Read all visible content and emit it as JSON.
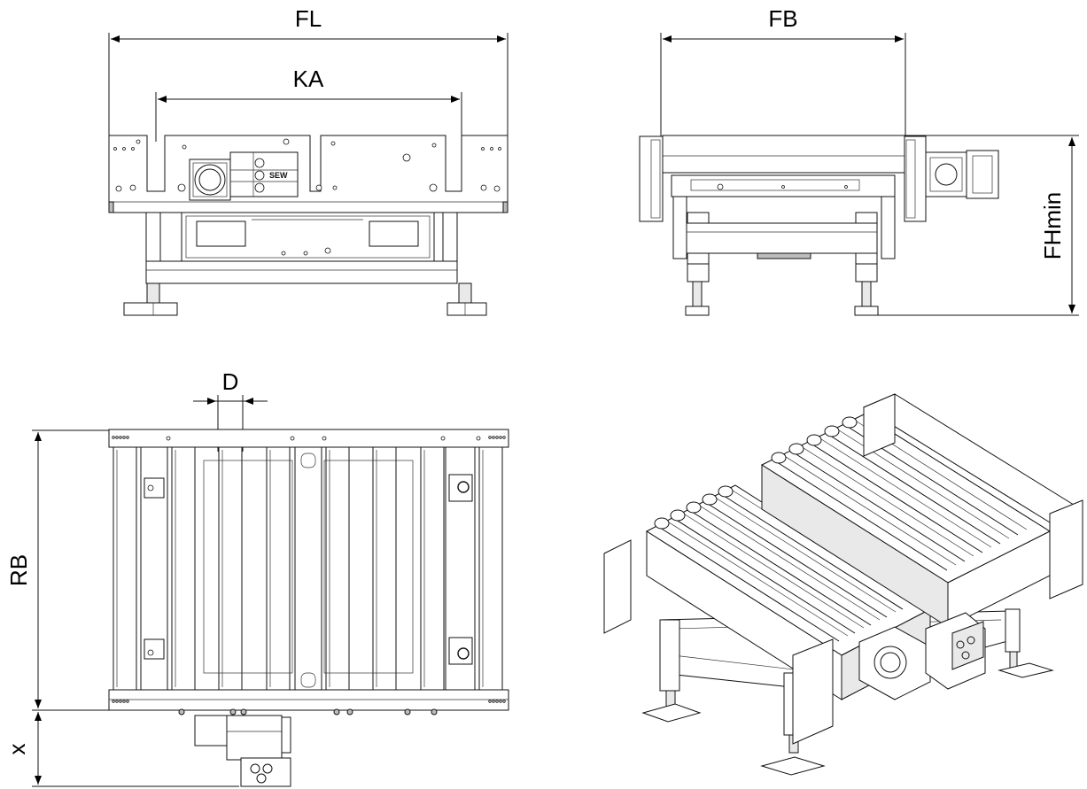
{
  "dimensions": {
    "FL": "FL",
    "KA": "KA",
    "FB": "FB",
    "FHmin": "FHmin",
    "D": "D",
    "RB": "RB",
    "x": "x"
  },
  "drive_label": "SEW"
}
